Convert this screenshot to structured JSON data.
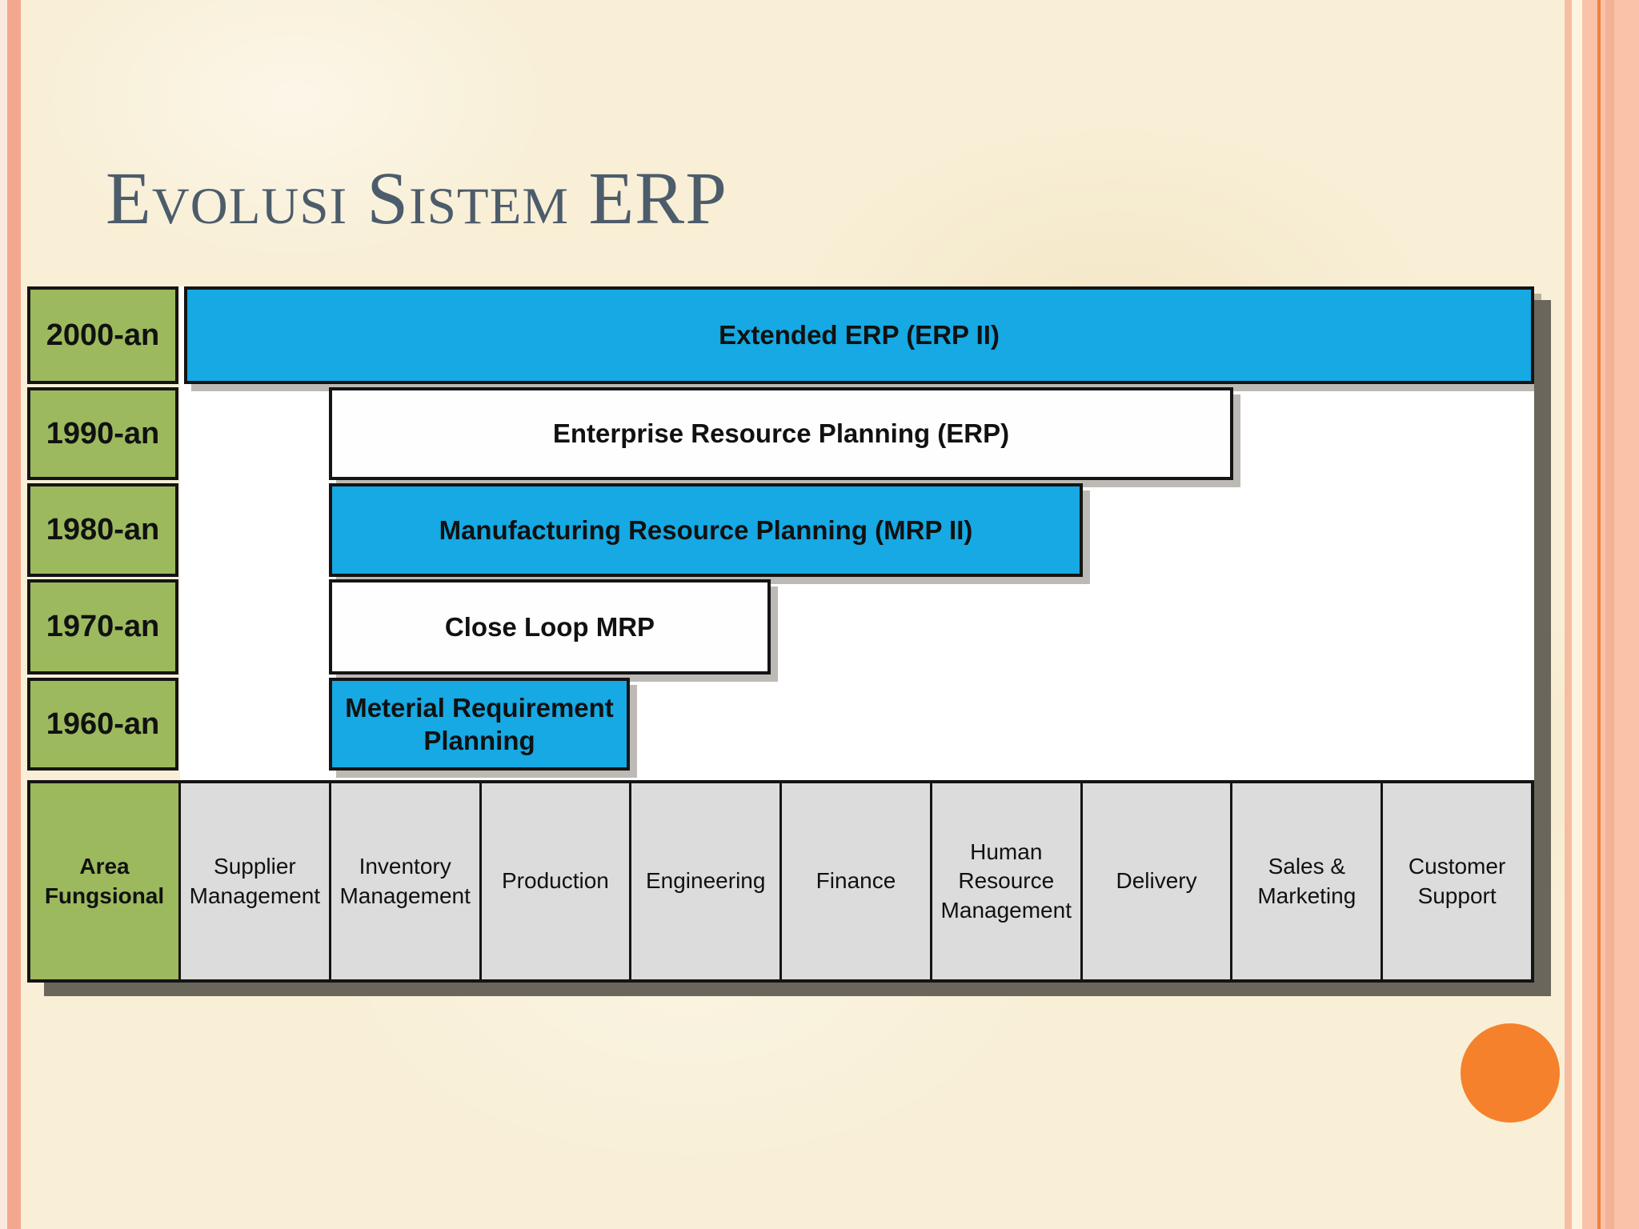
{
  "slide": {
    "title": "Evolusi Sistem ERP"
  },
  "timeline": {
    "rows": [
      {
        "year": "2000-an",
        "bar_label": "Extended ERP (ERP II)",
        "bar_style": "blue"
      },
      {
        "year": "1990-an",
        "bar_label": "Enterprise Resource Planning (ERP)",
        "bar_style": "white"
      },
      {
        "year": "1980-an",
        "bar_label": "Manufacturing Resource Planning (MRP II)",
        "bar_style": "blue"
      },
      {
        "year": "1970-an",
        "bar_label": "Close Loop MRP",
        "bar_style": "white"
      },
      {
        "year": "1960-an",
        "bar_label": "Meterial Requirement Planning",
        "bar_style": "blue"
      }
    ]
  },
  "functional_area_row": {
    "header": "Area Fungsional",
    "areas": [
      "Supplier Management",
      "Inventory Management",
      "Production",
      "Engineering",
      "Finance",
      "Human Resource Management",
      "Delivery",
      "Sales & Marketing",
      "Customer Support"
    ]
  },
  "colors": {
    "background_cream": "#f8efd6",
    "bar_blue": "#16a9e3",
    "bar_white": "#fefefe",
    "year_green": "#9cb95e",
    "cell_gray": "#dcdcdc",
    "border_black": "#141414",
    "title_slate": "#4d5c6b",
    "edge_salmon": "#f3a88e",
    "edge_orange_line": "#ee7f3b",
    "accent_orange_circle": "#f5812c",
    "shadow_gray": "#6b665b"
  }
}
